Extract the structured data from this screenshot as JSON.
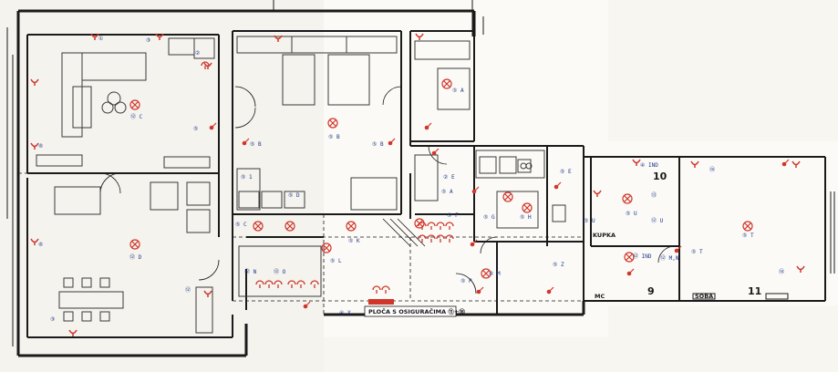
{
  "colors": {
    "paper": "#f7f6f1",
    "wall": "#1a1a1a",
    "furniture": "#3a3a3a",
    "symbol_red": "#d0362a",
    "label_blue": "#1f3a8a",
    "panel_red": "#d0362a"
  },
  "annotations": {
    "panel_note": "PLOČA S OSIGURAČIMA ⑪+⑯",
    "kupka": "KUPKA",
    "soba": "SOBA",
    "room_9": "9",
    "room_10": "10",
    "room_11": "11",
    "mc": "MC"
  },
  "symbol_labels": {
    "l01": "①",
    "l02": "③",
    "l03": "②",
    "l04": "⑤ A",
    "l05": "⑫ C",
    "l06": "⑥",
    "l07": "⑤ B",
    "l08": "⑤ B",
    "l09": "⑤",
    "l10": "⑫ D",
    "l11": "⑥",
    "l12": "③",
    "l13": "② E",
    "l14": "⑤ 1",
    "l15": "⑤ B",
    "l16": "⑤ K",
    "l17": "⑤ L",
    "l18": "⑤ A",
    "l19": "⑤ G",
    "l20": "⑤ F",
    "l21": "⑤ H",
    "l22": "⑤ M",
    "l23": "④ X",
    "l24": "⑤ P",
    "l25": "④ IND",
    "l26": "⑤ U",
    "l27": "⑤ T",
    "l28": "⑫ M,N",
    "l29": "⑫ IND",
    "l30": "⑭",
    "l31": "⑤ T",
    "l32": "⑫ U",
    "l33": "⑬",
    "l34": "⑫",
    "l35": "⑤ Z",
    "l36": "⑤ E",
    "l37": "⑫ N",
    "l38": "⑫ O",
    "l39": "⑭",
    "l40": "⑤ U",
    "l41": "⑤ D",
    "l42": "⑤ C"
  }
}
